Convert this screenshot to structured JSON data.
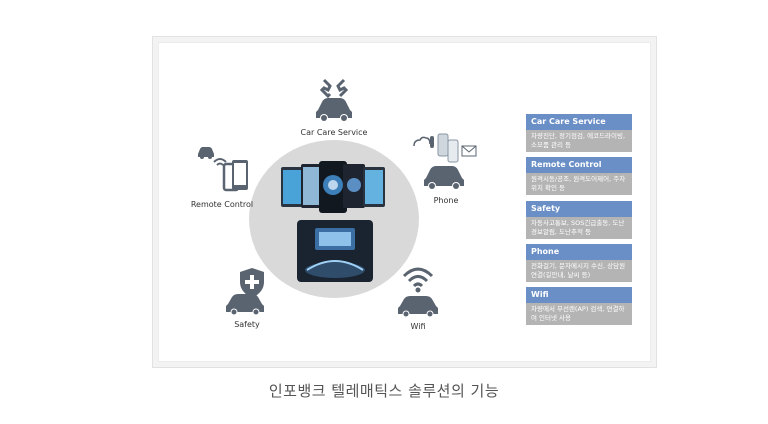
{
  "features": {
    "car_care": "Car Care Service",
    "remote": "Remote Control",
    "phone": "Phone",
    "safety": "Safety",
    "wifi": "Wifi"
  },
  "panels": [
    {
      "title": "Car Care Service",
      "body": "차량진단, 정기점검, 에코드라이빙, 소모품 관리 등"
    },
    {
      "title": "Remote Control",
      "body": "원격시동/공조, 원격도어제어, 주차위치 확인 등"
    },
    {
      "title": "Safety",
      "body": "자동사고통보, SOS긴급출동, 도난경보알림, 도난추적 등"
    },
    {
      "title": "Phone",
      "body": "전화걸기, 문자메시지 수신, 상담원 연결(길안내, 날씨 등)"
    },
    {
      "title": "Wifi",
      "body": "차량에서 무선랜(AP) 검색, 연결하여 인터넷 사용"
    }
  ],
  "caption": "인포뱅크 텔레매틱스 솔루션의 기능",
  "colors": {
    "accent": "#6a8fc6",
    "icon": "#5a6470",
    "panel_body": "#b4b4b4",
    "circle": "#d9d9d9"
  }
}
